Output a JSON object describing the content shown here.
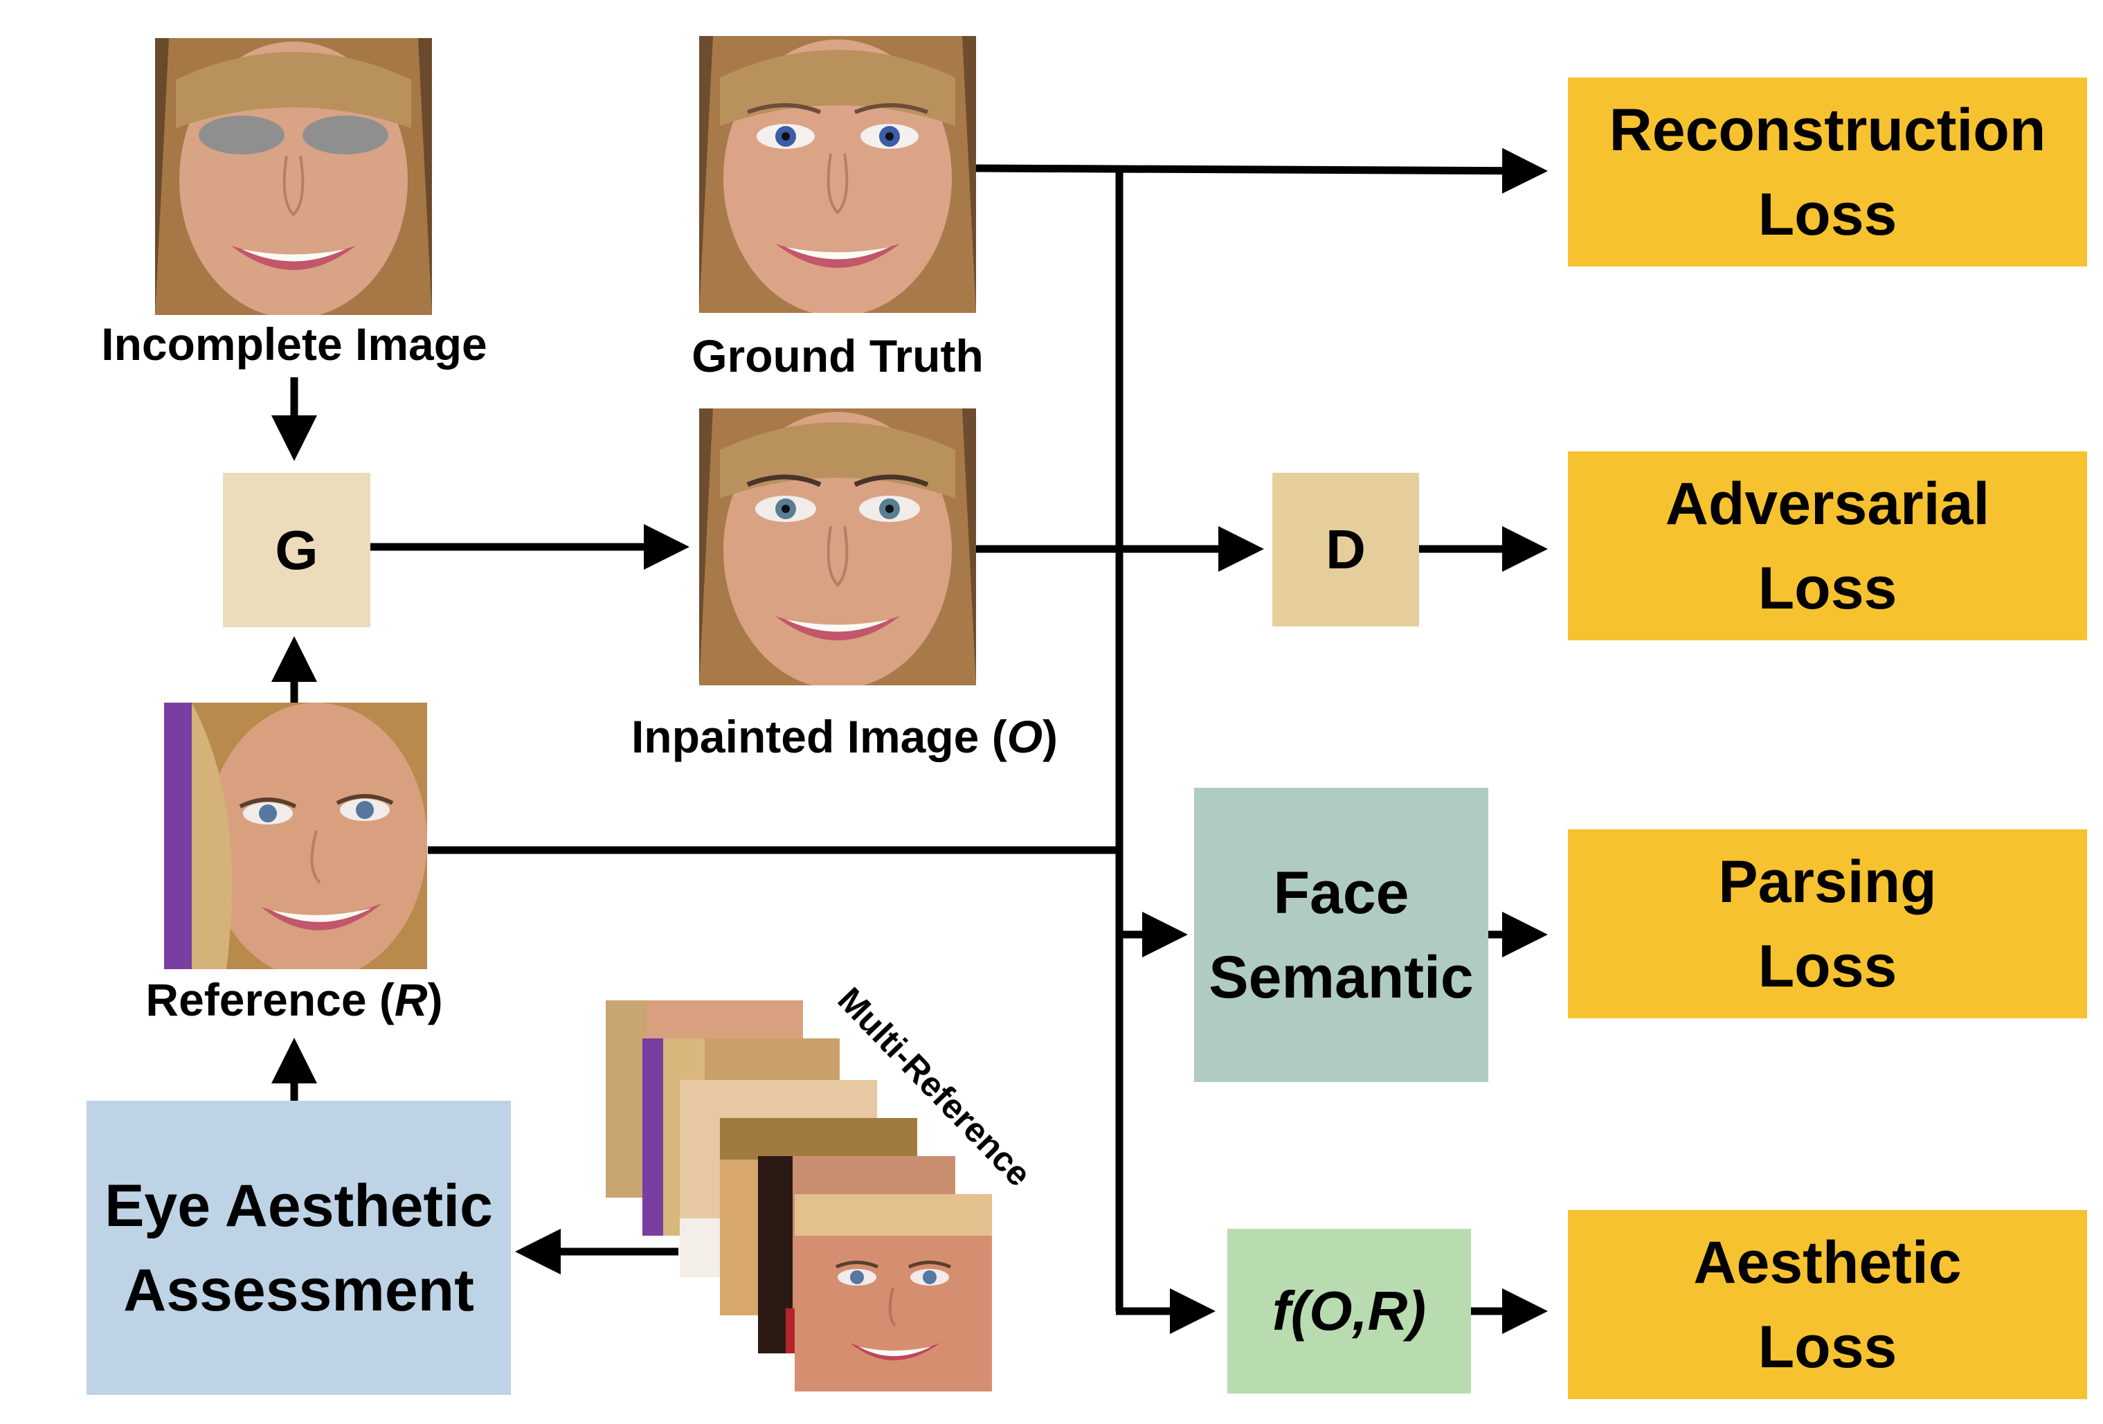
{
  "images": {
    "incomplete": "Incomplete Image",
    "ground_truth": "Ground Truth",
    "inpainted_prefix": "Inpainted Image (",
    "inpainted_var": "O",
    "inpainted_suffix": ")",
    "reference_prefix": "Reference (",
    "reference_var": "R",
    "reference_suffix": ")",
    "multi_reference": "Multi-Reference"
  },
  "nodes": {
    "generator": "G",
    "discriminator": "D",
    "face_semantic_line1": "Face",
    "face_semantic_line2": "Semantic",
    "aesthetic_fn": "f(O,R)",
    "eye_assessment_line1": "Eye Aesthetic",
    "eye_assessment_line2": "Assessment"
  },
  "losses": {
    "reconstruction_line1": "Reconstruction",
    "reconstruction_line2": "Loss",
    "adversarial_line1": "Adversarial",
    "adversarial_line2": "Loss",
    "parsing_line1": "Parsing",
    "parsing_line2": "Loss",
    "aesthetic_line1": "Aesthetic",
    "aesthetic_line2": "Loss"
  },
  "colors": {
    "loss_box": "#f7c22f",
    "generator_box": "#ecdcbc",
    "discriminator_box": "#e6ce9c",
    "face_semantic_box": "#b0cbc3",
    "aesthetic_fn_box": "#b8dcb0",
    "eye_assessment_box": "#bed3e6",
    "face_mask": "#8f8f8f",
    "reference_bg": "#7a3ea0"
  }
}
